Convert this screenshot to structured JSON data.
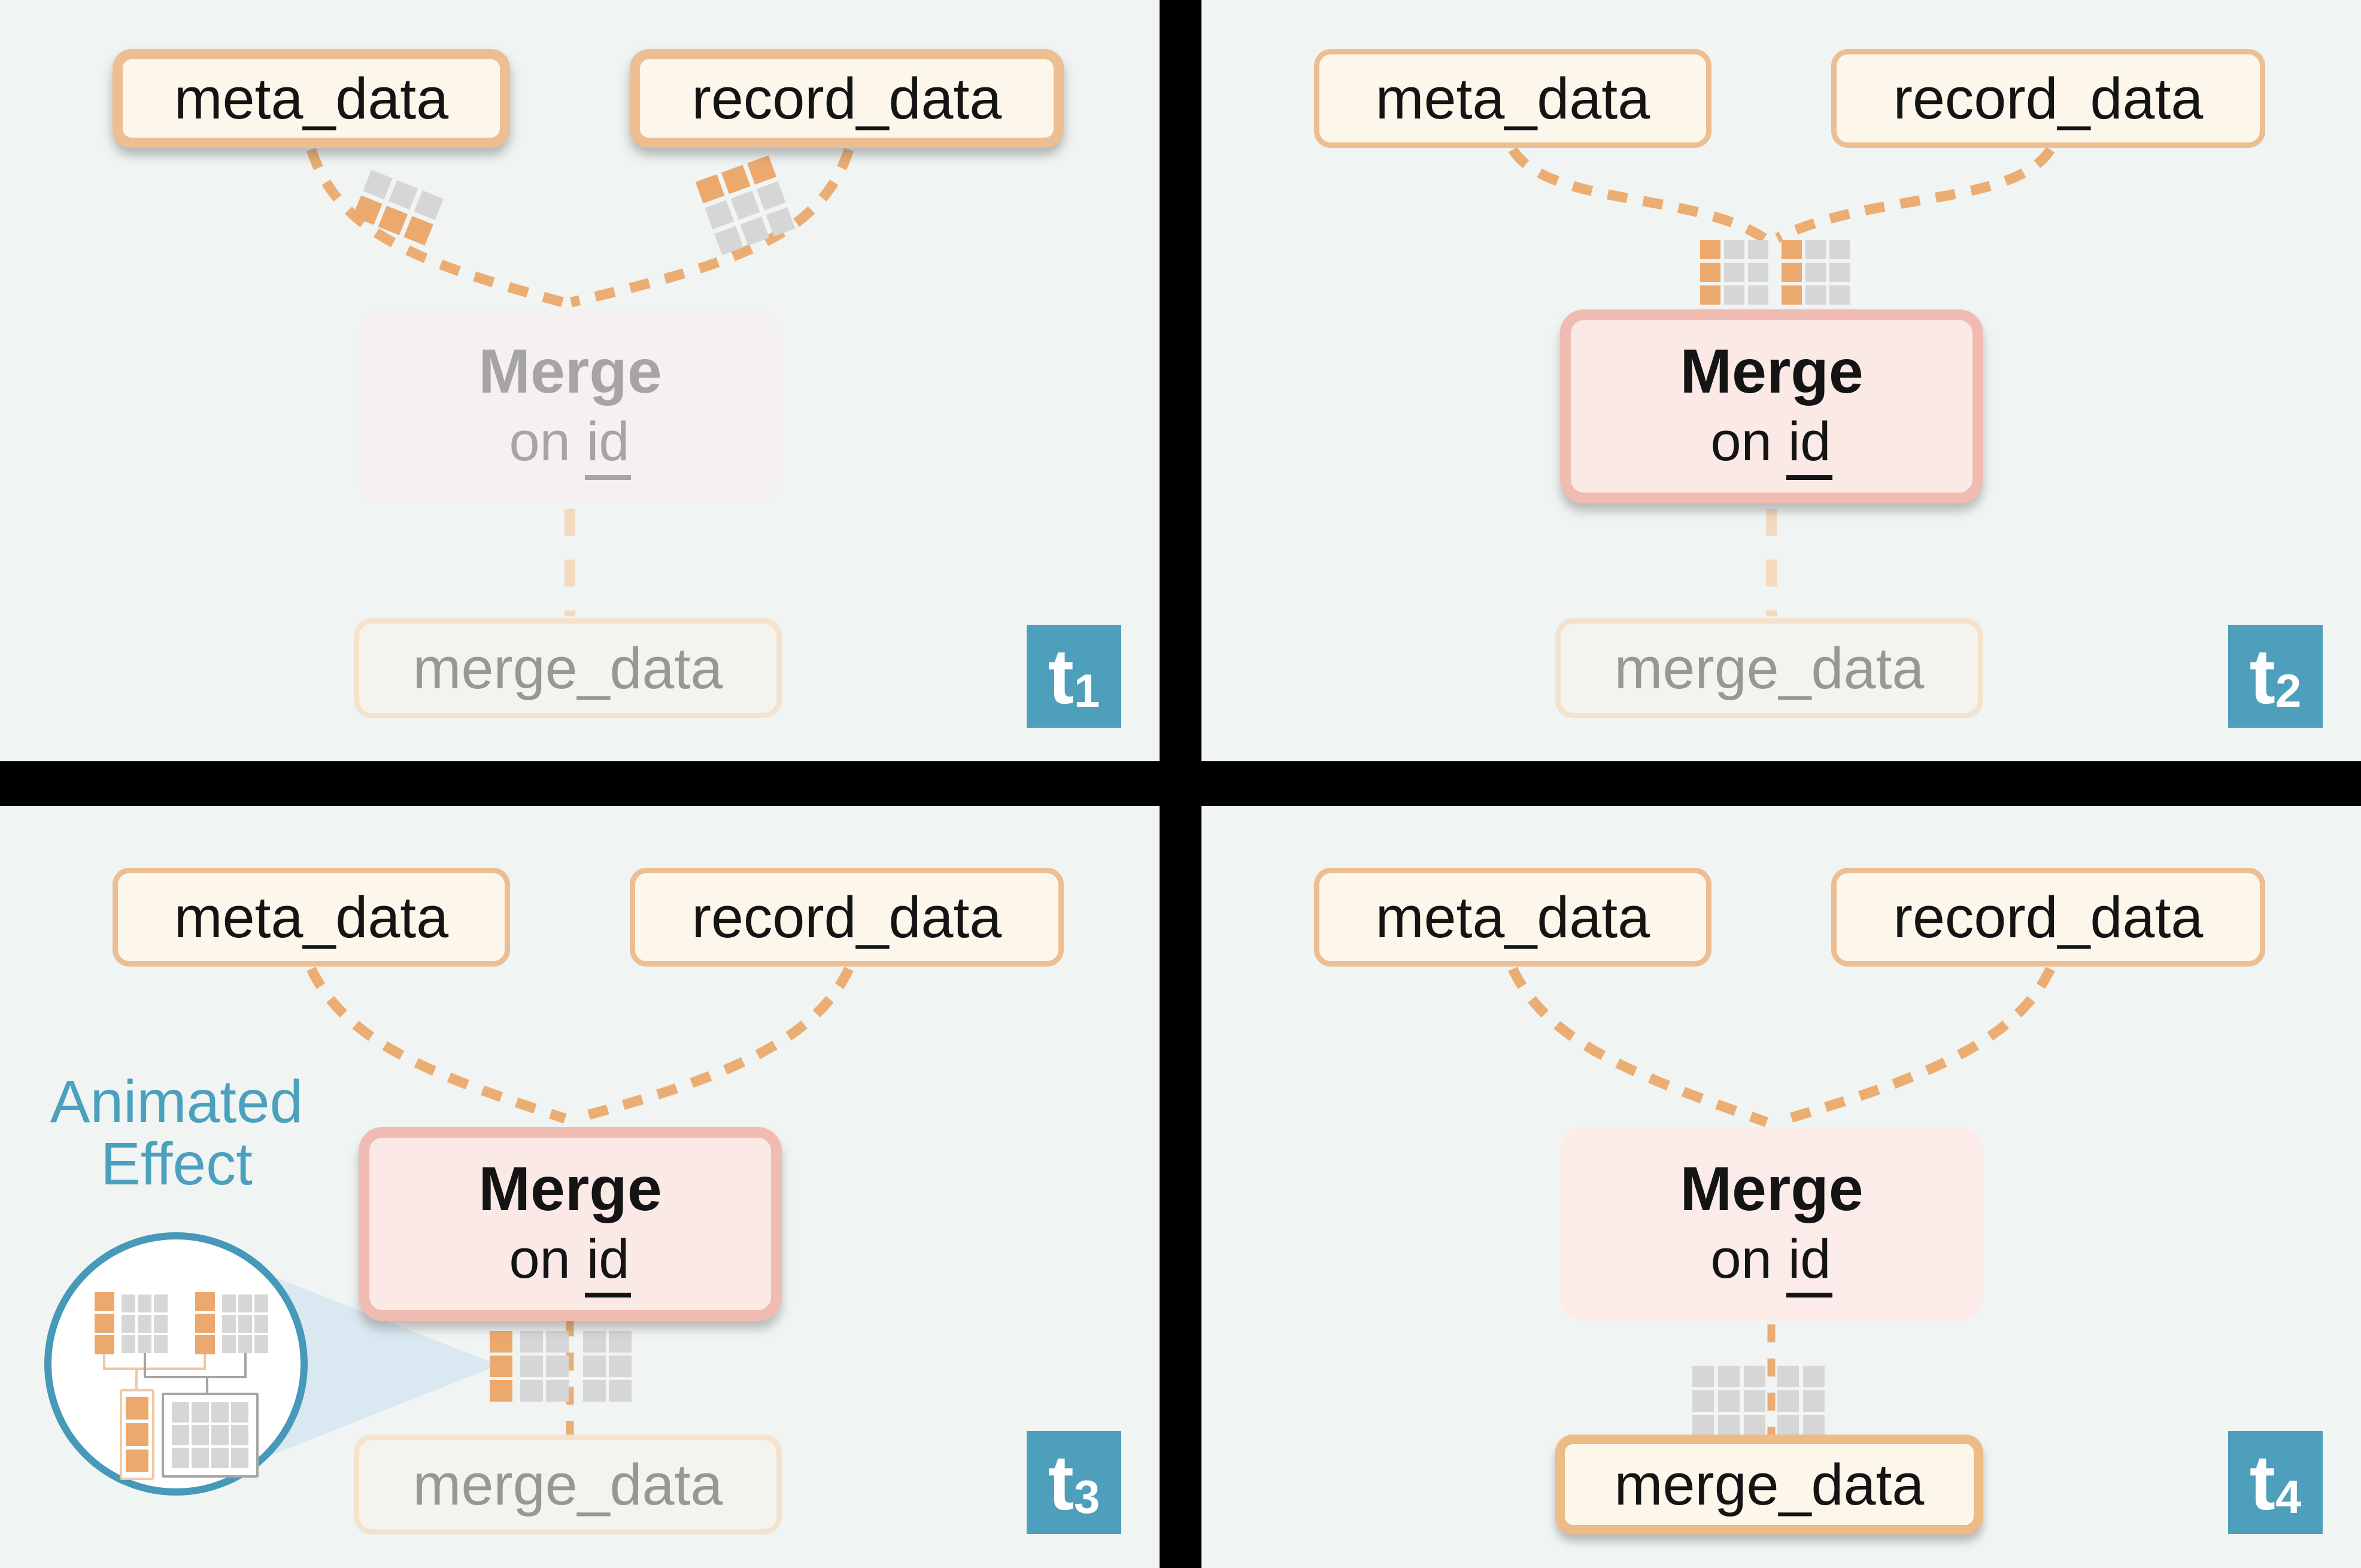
{
  "figure": {
    "description_labels": {
      "meta": "meta_data",
      "record": "record_data",
      "merge_title": "Merge",
      "merge_on": "on",
      "merge_id": "id",
      "merge_output": "merge_data"
    }
  },
  "labels": {
    "meta": "meta_data",
    "record": "record_data",
    "merge_title": "Merge",
    "merge_on": "on",
    "merge_id": "id",
    "merge_output": "merge_data"
  },
  "annotation": {
    "line1": "Animated",
    "line2": "Effect"
  },
  "panels": [
    {
      "badge_base": "t",
      "badge_sub": "1",
      "state": "data leaving sources along pipes"
    },
    {
      "badge_base": "t",
      "badge_sub": "2",
      "state": "data arriving at active Merge node"
    },
    {
      "badge_base": "t",
      "badge_sub": "3",
      "state": "merged data leaving Merge node (zoom callout shown)"
    },
    {
      "badge_base": "t",
      "badge_sub": "4",
      "state": "merged data arriving at merge_data output"
    }
  ],
  "packets": {
    "id_column_color": "#ECA96E",
    "data_cell_color": "#D6D6D6",
    "t1_left_cluster_rows": [
      "ggg",
      "ooo"
    ],
    "t1_right_cluster_rows": [
      "ooo",
      "ggg",
      "ggg"
    ],
    "t2_grids_rows": [
      "ogg/ogg/ogg",
      "ogg/ogg/ogg"
    ],
    "t3_below_merge": "o-column + 4 gray columns x 3 rows",
    "t4_above_output": "5 gray columns x 3 rows"
  },
  "palette": {
    "background": "#F0F4F3",
    "divider": "#000000",
    "box_fill_cream": "#FDF6EB",
    "source_border_orange": "#ECBE92",
    "dash_orange": "#EBAD72",
    "dash_orange_faded": "#F3D9BE",
    "merge_fill_active": "#FBE9E6",
    "merge_border_active": "#F0BCB1",
    "merge_fill_ghost": "#F5F1F0",
    "merge_fill_done": "#FBECEA",
    "output_ghost_fill": "#F5F3ED",
    "output_ghost_border": "#F3E3CE",
    "output_active_border": "#EDBB86",
    "ghost_text_gray": "#979797",
    "badge_teal": "#4E9FBC",
    "annotation_teal": "#4BA0BE",
    "callout_circle_teal": "#4699B8",
    "callout_wedge_blue": "#DAE8F1",
    "text_black": "#141414"
  }
}
